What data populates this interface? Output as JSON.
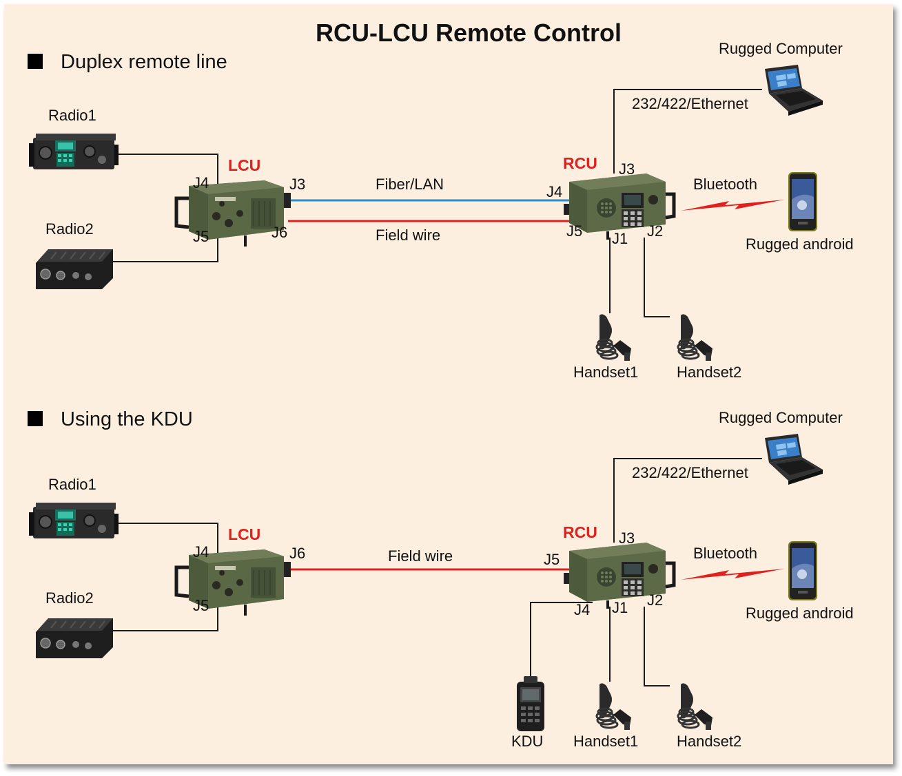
{
  "title": "RCU-LCU Remote Control",
  "colors": {
    "background": "#fcefe0",
    "fiber_line": "#2a8fd0",
    "field_wire": "#e0201c",
    "unit_label": "#e0201c",
    "equipment_green": "#4d5a3c"
  },
  "sections": [
    {
      "heading": "Duplex remote line",
      "radio1": "Radio1",
      "radio2": "Radio2",
      "lcu": "LCU",
      "rcu": "RCU",
      "lcu_ports": {
        "j4": "J4",
        "j5": "J5",
        "j3": "J3",
        "j6": "J6"
      },
      "rcu_ports": {
        "j4": "J4",
        "j5": "J5",
        "j3": "J3",
        "j1": "J1",
        "j2": "J2"
      },
      "link_fiber": "Fiber/LAN",
      "link_field": "Field wire",
      "computer": "Rugged Computer",
      "computer_link": "232/422/Ethernet",
      "bluetooth": "Bluetooth",
      "android": "Rugged android",
      "handset1": "Handset1",
      "handset2": "Handset2"
    },
    {
      "heading": "Using the KDU",
      "radio1": "Radio1",
      "radio2": "Radio2",
      "lcu": "LCU",
      "rcu": "RCU",
      "lcu_ports": {
        "j4": "J4",
        "j5": "J5",
        "j6": "J6"
      },
      "rcu_ports": {
        "j5": "J5",
        "j3": "J3",
        "j4": "J4",
        "j1": "J1",
        "j2": "J2"
      },
      "link_field": "Field wire",
      "computer": "Rugged Computer",
      "computer_link": "232/422/Ethernet",
      "bluetooth": "Bluetooth",
      "android": "Rugged android",
      "kdu": "KDU",
      "handset1": "Handset1",
      "handset2": "Handset2"
    }
  ]
}
